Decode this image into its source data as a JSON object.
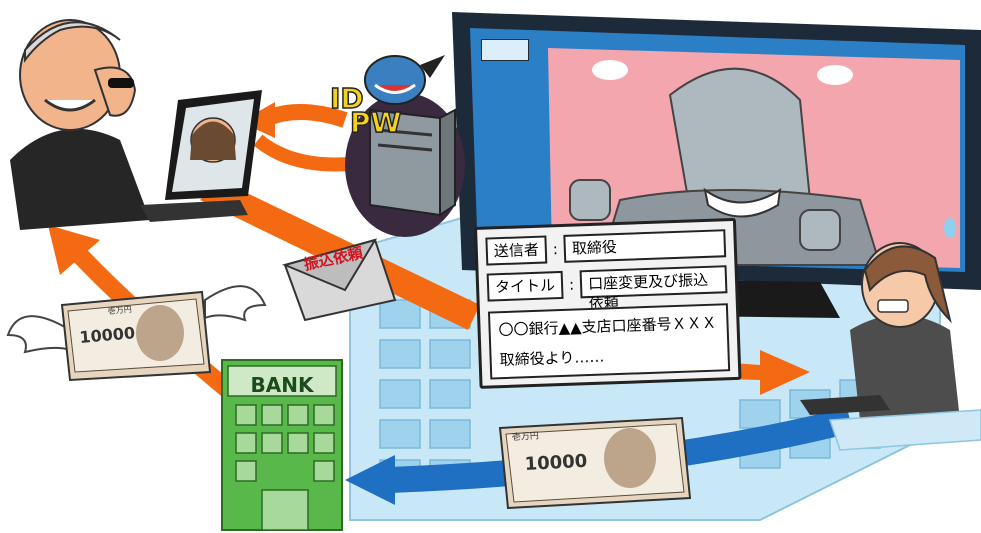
{
  "labels": {
    "id": "ID",
    "pw": "PW",
    "envelope_text": "振込依頼",
    "bank": "BANK",
    "banknote_value": "10000",
    "banknote_corner": "壱万円"
  },
  "email": {
    "sender_label": "送信者",
    "sender_value": "取締役",
    "title_label": "タイトル",
    "title_value": "口座変更及び振込依頼",
    "body_line1": "〇〇銀行▲▲支店口座番号ＸＸＸ",
    "body_line2": "取締役より……",
    "separator": ":"
  },
  "colors": {
    "monitor_screen": "#f3a6ad",
    "building": "#bfe3f5",
    "arrow_orange": "#f46a12",
    "arrow_blue": "#1f6fc2",
    "bank_green": "#59b84a"
  },
  "icons": [
    "laptop-icon",
    "server-icon",
    "monitor-icon",
    "envelope-icon",
    "banknote-icon",
    "bank-building-icon",
    "devil-icon",
    "office-building-icon"
  ]
}
